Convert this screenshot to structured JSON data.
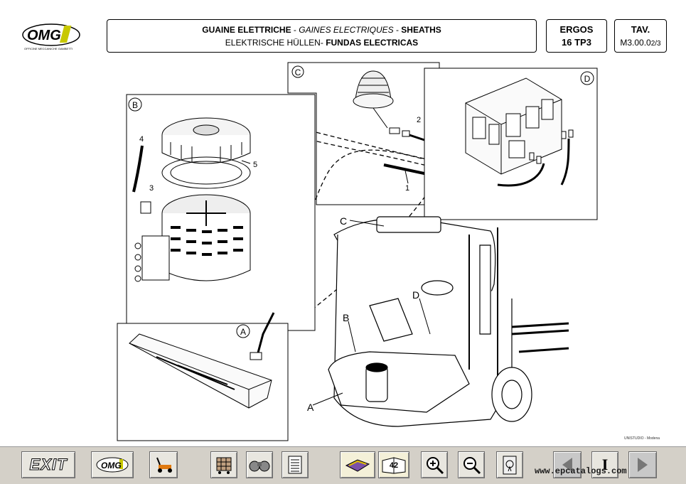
{
  "brand": {
    "logo_text": "OMG",
    "logo_tagline": "OFFICINE MECCANICHE GAMBETTI"
  },
  "header": {
    "line1_it": "GUAINE ELETTRICHE",
    "line1_sep1": " - ",
    "line1_fr": "GAINES ELECTRIQUES",
    "line1_sep2": " - ",
    "line1_en": "SHEATHS",
    "line2_de": "ELEKTRISCHE HÜLLEN",
    "line2_sep": "- ",
    "line2_es": "FUNDAS ELECTRICAS"
  },
  "model": {
    "line1": "ERGOS",
    "line2": "16 TP3"
  },
  "table": {
    "label": "TAV.",
    "ref": "M3.00.0",
    "page": "2/3"
  },
  "drawing": {
    "detail_labels": [
      "A",
      "B",
      "C",
      "D"
    ],
    "callouts": {
      "A": "A",
      "B": "B",
      "C": "C",
      "D": "D"
    },
    "parts": [
      "1",
      "2",
      "3",
      "4",
      "5"
    ]
  },
  "studio_credit": "UNISTUDIO - Modena",
  "toolbar": {
    "exit_label": "EXIT",
    "page_number": "42",
    "info_label": "I",
    "website": "www.epcatalogs.com"
  }
}
